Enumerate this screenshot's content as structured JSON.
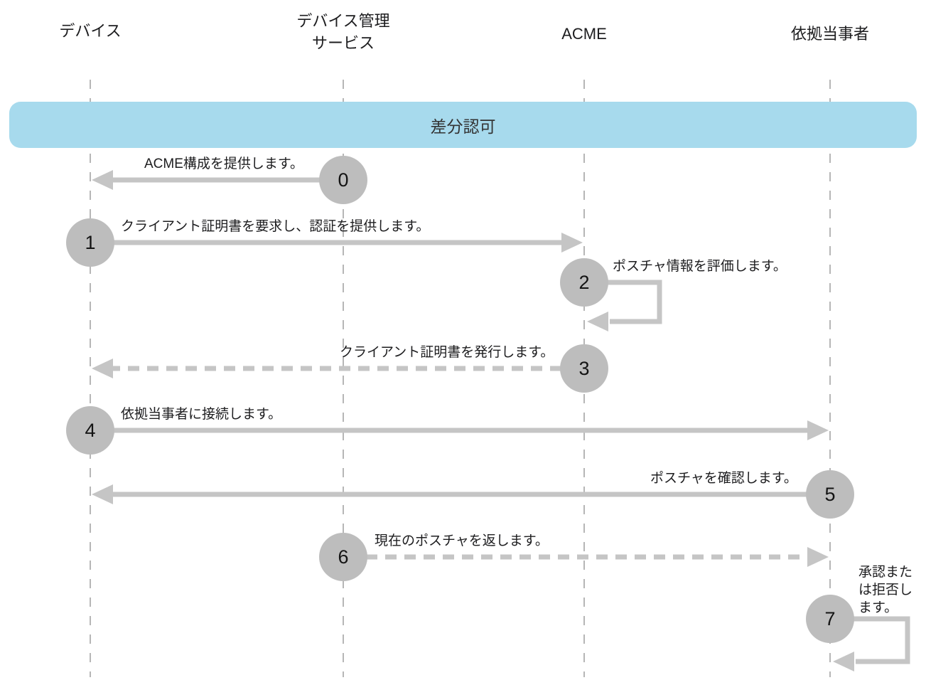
{
  "diagram": {
    "title": "差分認可",
    "participants": [
      {
        "label": "デバイス"
      },
      {
        "label": "デバイス管理\nサービス"
      },
      {
        "label": "ACME"
      },
      {
        "label": "依拠当事者"
      }
    ],
    "steps": [
      {
        "num": "0",
        "label": "ACME構成を提供します。",
        "from": "デバイス管理サービス",
        "to": "デバイス",
        "line": "solid"
      },
      {
        "num": "1",
        "label": "クライアント証明書を要求し、認証を提供します。",
        "from": "デバイス",
        "to": "ACME",
        "line": "solid"
      },
      {
        "num": "2",
        "label": "ポスチャ情報を評価します。",
        "from": "ACME",
        "to": "ACME",
        "line": "self-loop"
      },
      {
        "num": "3",
        "label": "クライアント証明書を発行します。",
        "from": "ACME",
        "to": "デバイス",
        "line": "dashed"
      },
      {
        "num": "4",
        "label": "依拠当事者に接続します。",
        "from": "デバイス",
        "to": "依拠当事者",
        "line": "solid"
      },
      {
        "num": "5",
        "label": "ポスチャを確認します。",
        "from": "依拠当事者",
        "to": "デバイス",
        "line": "solid"
      },
      {
        "num": "6",
        "label": "現在のポスチャを返します。",
        "from": "デバイス管理サービス",
        "to": "依拠当事者",
        "line": "dashed"
      },
      {
        "num": "7",
        "label": "承認または拒否します。",
        "from": "依拠当事者",
        "to": "依拠当事者",
        "line": "self-loop"
      }
    ],
    "colors": {
      "banner": "#a7daed",
      "circle": "#bdbdbd",
      "arrow": "#c5c5c5",
      "lifeline": "#a4a4a4",
      "text": "#1d1d1f"
    }
  }
}
